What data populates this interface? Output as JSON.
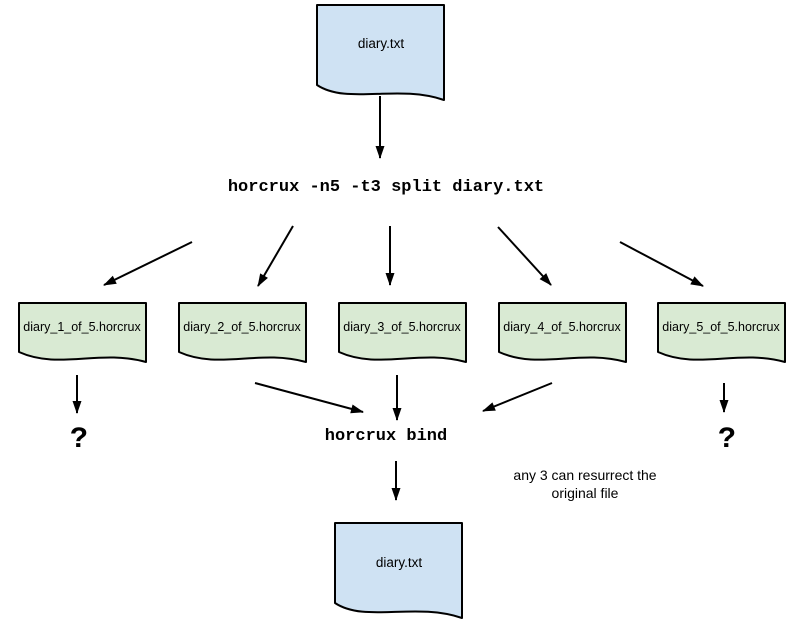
{
  "diagram": {
    "source_file": {
      "label": "diary.txt"
    },
    "split_command": "horcrux -n5 -t3 split diary.txt",
    "horcruxes": [
      {
        "label": "diary_1_of_5.horcrux"
      },
      {
        "label": "diary_2_of_5.horcrux"
      },
      {
        "label": "diary_3_of_5.horcrux"
      },
      {
        "label": "diary_4_of_5.horcrux"
      },
      {
        "label": "diary_5_of_5.horcrux"
      }
    ],
    "lost_marker_left": "?",
    "lost_marker_right": "?",
    "bind_command": "horcrux bind",
    "annotation": {
      "line1": "any 3 can resurrect the",
      "line2": "original file"
    },
    "restored_file": {
      "label": "diary.txt"
    },
    "colors": {
      "file_fill": "#cfe2f3",
      "horcrux_fill": "#d9ead3",
      "stroke": "#000000",
      "arrow": "#000000"
    }
  }
}
